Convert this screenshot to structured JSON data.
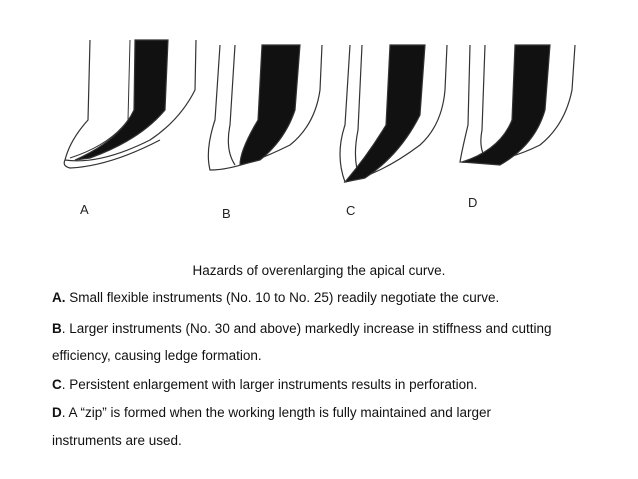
{
  "figure": {
    "labels": [
      "A",
      "B",
      "C",
      "D"
    ]
  },
  "caption": "Hazards of overenlarging the apical curve.",
  "items": [
    {
      "letter": "A.",
      "text": " Small flexible instruments (No. 10 to No. 25) readily negotiate the curve."
    },
    {
      "letter": "B",
      "text": ". Larger instruments (No. 30 and above) markedly increase in stiffness and cutting"
    },
    {
      "letter": "",
      "text": "efficiency, causing ledge formation."
    },
    {
      "letter": "C",
      "text": ". Persistent enlargement with larger instruments results in perforation."
    },
    {
      "letter": "D",
      "text": ". A “zip” is formed when the working length is fully maintained and larger"
    },
    {
      "letter": "",
      "text": "instruments are used."
    }
  ]
}
